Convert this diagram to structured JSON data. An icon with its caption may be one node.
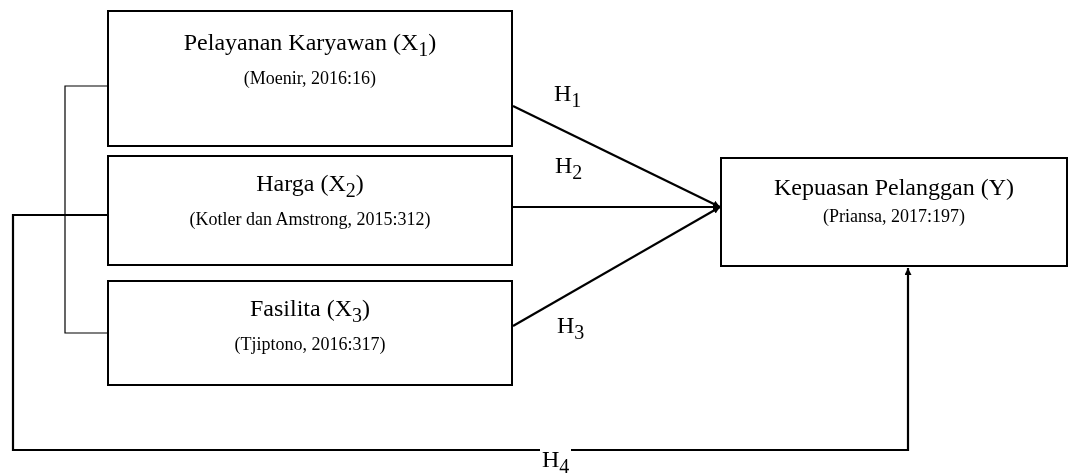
{
  "diagram": {
    "nodes": [
      {
        "text": [
          "Pelayanan Karyawan (X$_{1}$)",
          "(Moenir, 2016:16)"
        ]
      },
      {
        "text": [
          "Harga (X$_{2}$)",
          "(Kotler dan Amstrong, 2015:312)"
        ]
      },
      {
        "text": [
          "Fasilita (X$_{3}$)",
          "(Tjiptono, 2016:317)"
        ]
      },
      {
        "text": [
          "Kepuasan Pelanggan (Y)",
          "(Priansa, 2017:197)"
        ]
      }
    ],
    "edges": [
      {
        "from": 0,
        "to": 3,
        "arrow": "to",
        "label": "H$_{1}$"
      },
      {
        "from": 1,
        "to": 3,
        "arrow": "to",
        "label": "H$_{2}$"
      },
      {
        "from": 2,
        "to": 3,
        "arrow": "to",
        "label": "H$_{3}$"
      },
      {
        "from": 1,
        "to": 3,
        "arrow": "to",
        "label": "H$_{4}$"
      },
      {
        "from": 0,
        "to": 1,
        "arrow": "none"
      },
      {
        "from": 1,
        "to": 2,
        "arrow": "none"
      }
    ]
  }
}
